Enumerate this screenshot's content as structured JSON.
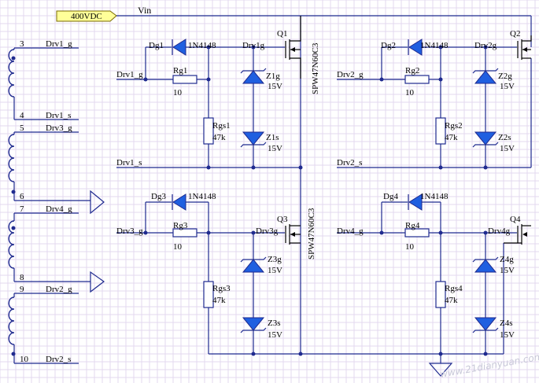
{
  "supply": {
    "port": "400VDC",
    "net": "Vin",
    "port_color": "#ffff99"
  },
  "colors": {
    "wire": "#1f2a8f",
    "diode_fill": "#1f5fe0",
    "grid": "#e3d9ef"
  },
  "transformer": {
    "pins": [
      "3",
      "4",
      "5",
      "6",
      "7",
      "8",
      "9",
      "10"
    ],
    "nets": [
      "Drv1_g",
      "Drv1_s",
      "Drv3_g",
      "Drv4_g",
      "Drv2_g",
      "Drv2_s"
    ]
  },
  "cells": [
    {
      "id": "1",
      "drv_g": "Drv1_g",
      "drv_s": "Drv1_s",
      "dg": "Dg1",
      "dg_part": "1N4148",
      "rg": "Rg1",
      "rg_val": "10",
      "rgs": "Rgs1",
      "rgs_val": "47k",
      "gate_net": "Drv1g",
      "zg": "Z1g",
      "zg_val": "15V",
      "zs": "Z1s",
      "zs_val": "15V",
      "q": "Q1",
      "q_part": "SPW47N60C3"
    },
    {
      "id": "2",
      "drv_g": "Drv2_g",
      "drv_s": "Drv2_s",
      "dg": "Dg2",
      "dg_part": "1N4148",
      "rg": "Rg2",
      "rg_val": "10",
      "rgs": "Rgs2",
      "rgs_val": "47k",
      "gate_net": "Drv2g",
      "zg": "Z2g",
      "zg_val": "15V",
      "zs": "Z2s",
      "zs_val": "15V",
      "q": "Q2",
      "q_part": ""
    },
    {
      "id": "3",
      "drv_g": "Drv3_g",
      "drv_s": "",
      "dg": "Dg3",
      "dg_part": "1N4148",
      "rg": "Rg3",
      "rg_val": "10",
      "rgs": "Rgs3",
      "rgs_val": "47k",
      "gate_net": "Drv3g",
      "zg": "Z3g",
      "zg_val": "15V",
      "zs": "Z3s",
      "zs_val": "15V",
      "q": "Q3",
      "q_part": "SPW47N60C3"
    },
    {
      "id": "4",
      "drv_g": "Drv4_g",
      "drv_s": "",
      "dg": "Dg4",
      "dg_part": "1N4148",
      "rg": "Rg4",
      "rg_val": "10",
      "rgs": "Rgs4",
      "rgs_val": "47k",
      "gate_net": "Drv4g",
      "zg": "Z4g",
      "zg_val": "15V",
      "zs": "Z4s",
      "zs_val": "15V",
      "q": "Q4",
      "q_part": ""
    }
  ],
  "watermark": "www.21dianyuan.com"
}
